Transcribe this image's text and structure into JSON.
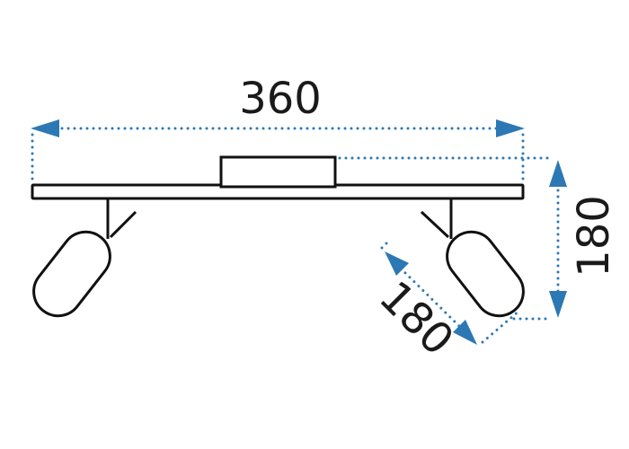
{
  "dimensions": {
    "width_label": "360",
    "height_label": "180",
    "depth_label": "180"
  },
  "colors": {
    "dimension_line": "#2c78b4",
    "outline": "#111111",
    "text": "#1a1a1a"
  }
}
